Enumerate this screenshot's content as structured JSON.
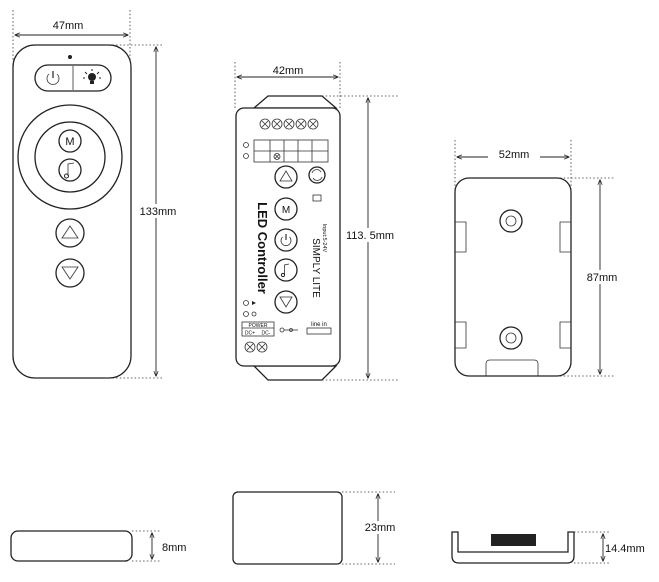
{
  "dimensions": {
    "remote_width": "47mm",
    "remote_height": "133mm",
    "remote_thickness": "8mm",
    "controller_width": "42mm",
    "controller_height": "113. 5mm",
    "controller_thickness": "23mm",
    "rear_width": "52mm",
    "rear_height": "87mm",
    "rear_thickness": "14.4mm"
  },
  "controller": {
    "brand": "LED Controller",
    "model": "SIMPLY LITE",
    "input": "Input:5-24V",
    "power": "POWER",
    "dc_plus": "DC+",
    "dc_minus": "DC-",
    "line_in": "line in",
    "button_m": "M"
  },
  "remote": {
    "button_m": "M"
  },
  "colors": {
    "line": "#222222",
    "background": "#ffffff"
  }
}
